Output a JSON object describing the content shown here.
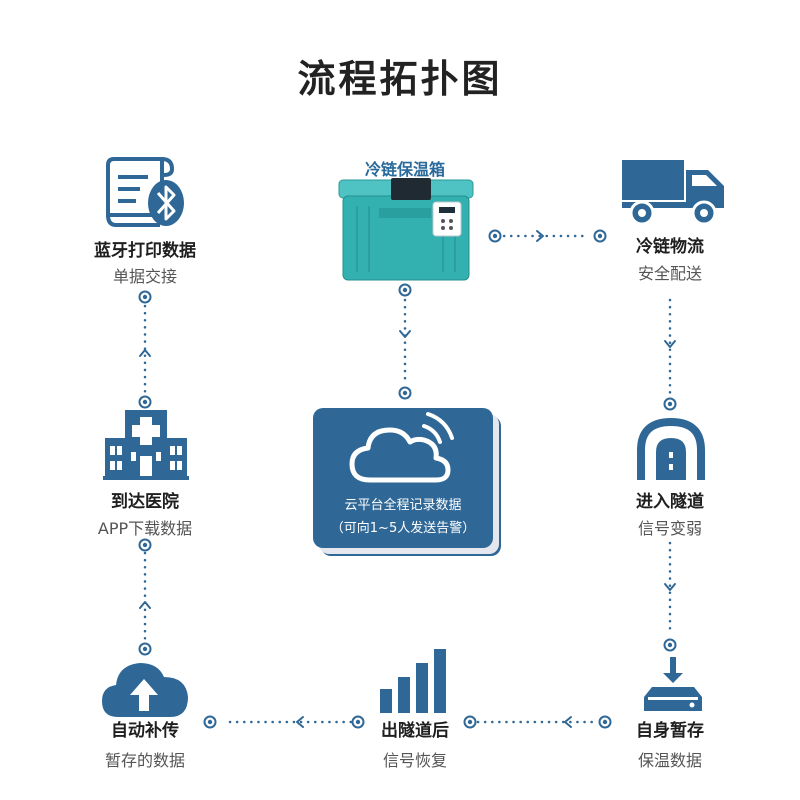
{
  "title": "流程拓扑图",
  "colors": {
    "accent": "#2f6896",
    "box_teal": "#36b3b3",
    "connector": "#2f6896"
  },
  "nodes": {
    "bluetooth": {
      "label": "蓝牙打印数据",
      "sub": "单据交接",
      "icon": "bluetooth-receipt-icon"
    },
    "coolbox": {
      "label": "冷链保温箱",
      "icon": "cold-chain-box-icon"
    },
    "truck": {
      "label": "冷链物流",
      "sub": "安全配送",
      "icon": "truck-icon"
    },
    "hospital": {
      "label": "到达医院",
      "sub": "APP下载数据",
      "icon": "hospital-icon"
    },
    "cloud": {
      "line1": "云平台全程记录数据",
      "line2": "（可向1~5人发送告警）",
      "icon": "cloud-signal-icon"
    },
    "tunnel": {
      "label": "进入隧道",
      "sub": "信号变弱",
      "icon": "tunnel-icon"
    },
    "upload": {
      "label": "自动补传",
      "sub": "暂存的数据",
      "icon": "cloud-upload-icon"
    },
    "signal": {
      "label": "出隧道后",
      "sub": "信号恢复",
      "icon": "signal-bars-icon"
    },
    "storage": {
      "label": "自身暂存",
      "sub": "保温数据",
      "icon": "storage-download-icon"
    }
  }
}
